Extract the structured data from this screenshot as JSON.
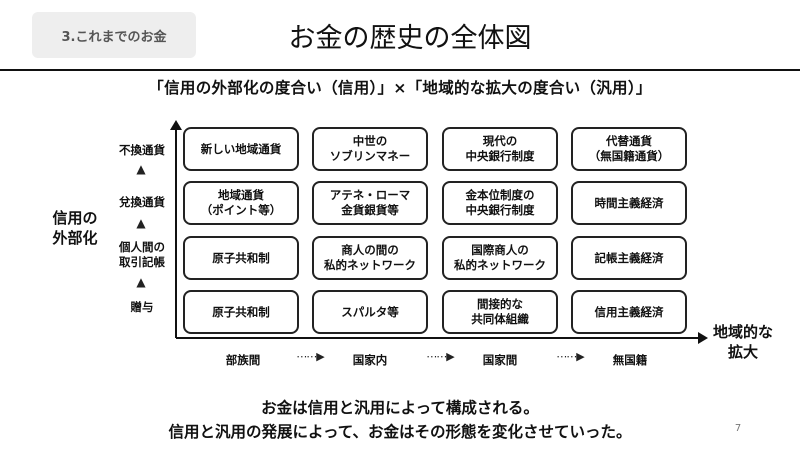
{
  "header": {
    "section_tag": "3.これまでのお金",
    "title": "お金の歴史の全体図"
  },
  "subtitle": "「信用の外部化の度合い（信用）」×「地域的な拡大の度合い（汎用）」",
  "axes": {
    "y_label_line1": "信用の",
    "y_label_line2": "外部化",
    "x_label_line1": "地域的な",
    "x_label_line2": "拡大",
    "y_ticks": [
      "不換通貨",
      "兌換通貨",
      "個人間の\n取引記帳",
      "贈与"
    ],
    "x_ticks": [
      "部族間",
      "国家内",
      "国家間",
      "無国籍"
    ],
    "arrow_glyph": "⋯⋯▶",
    "vertical_arrow_glyph": "▲"
  },
  "grid": [
    [
      "新しい地域通貨",
      "中世の\nソブリンマネー",
      "現代の\n中央銀行制度",
      "代替通貨\n（無国籍通貨）"
    ],
    [
      "地域通貨\n（ポイント等）",
      "アテネ・ローマ\n金貨銀貨等",
      "金本位制度の\n中央銀行制度",
      "時間主義経済"
    ],
    [
      "原子共和制",
      "商人の間の\n私的ネットワーク",
      "国際商人の\n私的ネットワーク",
      "記帳主義経済"
    ],
    [
      "原子共和制",
      "スパルタ等",
      "間接的な\n共同体組織",
      "信用主義経済"
    ]
  ],
  "footer": {
    "line1": "お金は信用と汎用によって構成される。",
    "line2": "信用と汎用の発展によって、お金はその形態を変化させていった。"
  },
  "page_number": "7"
}
